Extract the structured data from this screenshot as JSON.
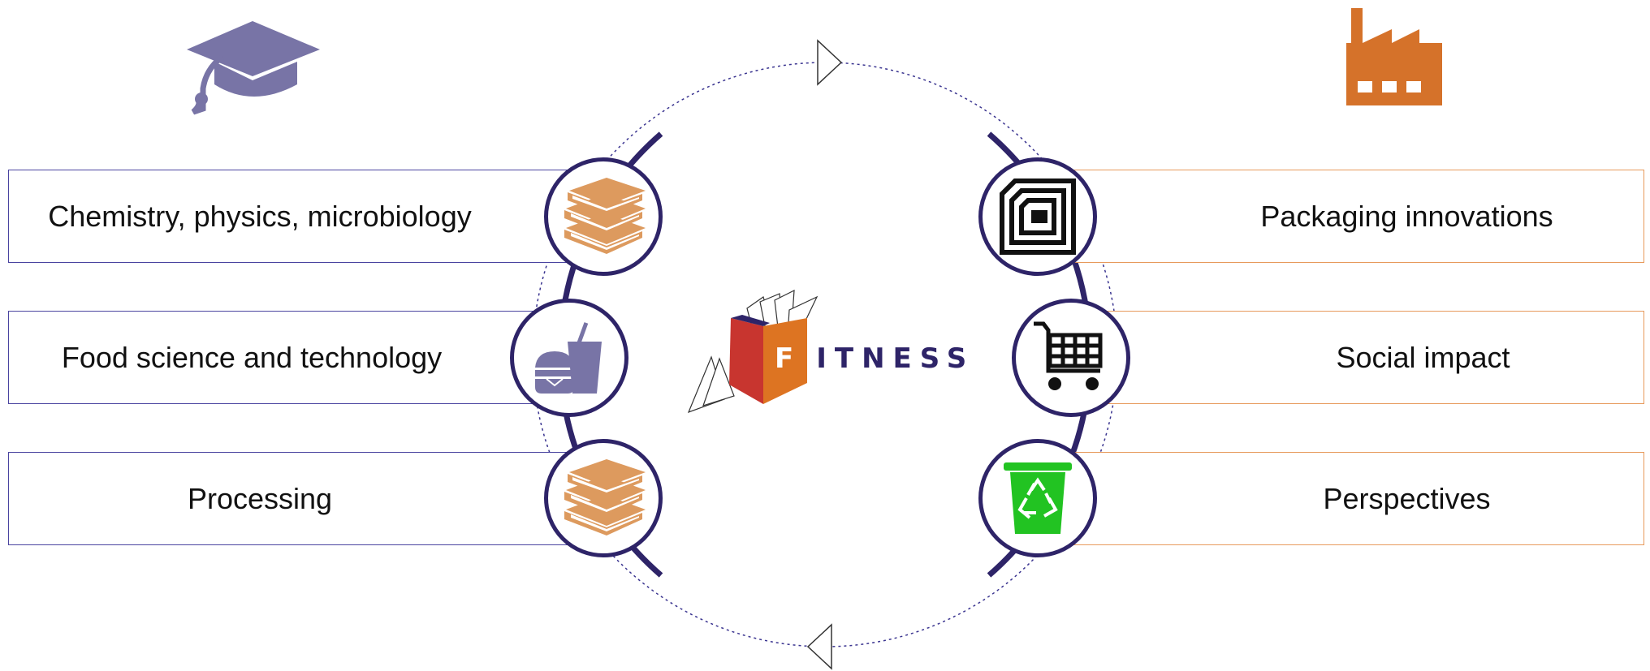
{
  "left_items": [
    {
      "label": "Chemistry, physics, microbiology",
      "icon": "books-icon"
    },
    {
      "label": "Food science and technology",
      "icon": "fast-food-icon"
    },
    {
      "label": "Processing",
      "icon": "books-icon"
    }
  ],
  "right_items": [
    {
      "label": "Packaging innovations",
      "icon": "rfid-tag-icon"
    },
    {
      "label": "Social impact",
      "icon": "shopping-cart-icon"
    },
    {
      "label": "Perspectives",
      "icon": "recycle-bin-icon"
    }
  ],
  "top_left_icon": "graduation-cap-icon",
  "top_right_icon": "factory-icon",
  "logo": {
    "text": "FITNESS"
  },
  "colors": {
    "academic": "#7874a6",
    "industry": "#d5722a",
    "ring": "#2e2468",
    "left_border": "#4a44a0",
    "right_border": "#e79a5c",
    "book": "#dd9a5e",
    "recycle": "#22c322"
  }
}
